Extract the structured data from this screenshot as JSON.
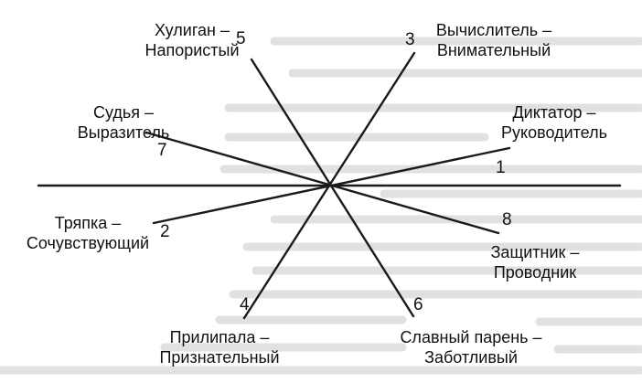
{
  "diagram": {
    "spokes": [
      {
        "number": "1",
        "role": "Диктатор –",
        "trait": "Руководитель"
      },
      {
        "number": "2",
        "role": "Тряпка –",
        "trait": "Сочувствующий"
      },
      {
        "number": "3",
        "role": "Вычислитель –",
        "trait": "Внимательный"
      },
      {
        "number": "4",
        "role": "Прилипала –",
        "trait": "Признательный"
      },
      {
        "number": "5",
        "role": "Хулиган –",
        "trait": "Напористый"
      },
      {
        "number": "6",
        "role": "Славный парень –",
        "trait": "Заботливый"
      },
      {
        "number": "7",
        "role": "Судья –",
        "trait": "Выразитель"
      },
      {
        "number": "8",
        "role": "Защитник –",
        "trait": "Проводник"
      }
    ]
  }
}
